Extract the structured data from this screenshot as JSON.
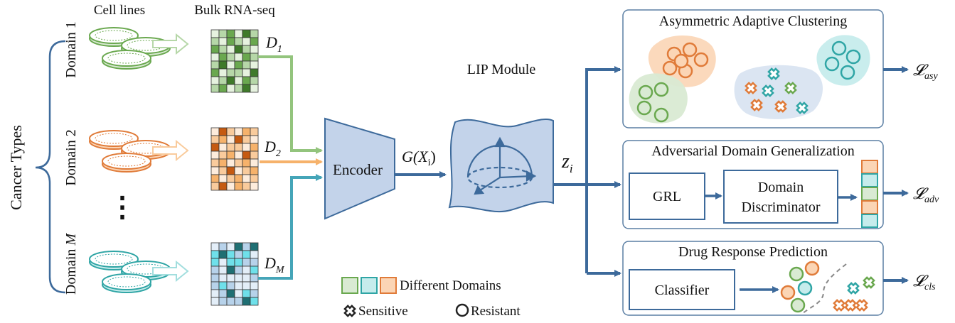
{
  "left": {
    "cancer_types": "Cancer Types",
    "cell_lines": "Cell lines",
    "bulk_rnaseq": "Bulk RNA-seq",
    "domain1": "Domain 1",
    "domain2": "Domain 2",
    "domainM_pre": "Domain ",
    "domainM_var": "M",
    "ellipsis": "⋮",
    "d1_base": "D",
    "d1_sub": "1",
    "d2_base": "D",
    "d2_sub": "2",
    "dM_base": "D",
    "dM_sub": "M"
  },
  "encoder": {
    "label": "Encoder",
    "output": "G(X",
    "output_sub": "i",
    "output_close": ")"
  },
  "lip": {
    "label": "LIP Module",
    "z_base": "z",
    "z_sub": "i"
  },
  "legend": {
    "domains": "Different Domains",
    "sensitive": "Sensitive",
    "resistant": "Resistant"
  },
  "panels": {
    "clustering": {
      "title": "Asymmetric Adaptive Clustering",
      "loss_sub": "asy"
    },
    "adversarial": {
      "title": "Adversarial Domain Generalization",
      "grl": "GRL",
      "disc_line1": "Domain",
      "disc_line2": "Discriminator",
      "loss_sub": "adv"
    },
    "drug": {
      "title": "Drug Response Prediction",
      "classifier": "Classifier",
      "loss_sub": "cls"
    },
    "loss_symbol": "𝓛"
  },
  "colors": {
    "green": "#6aa84f",
    "green_light": "#d9ead3",
    "orange": "#e07b39",
    "orange_light": "#fbd5b5",
    "teal": "#2fa5a5",
    "teal_light": "#c6ecec",
    "blue": "#3d6a9b",
    "blue_fill": "#c3d3ea",
    "panel_border": "#5a7ea3"
  }
}
